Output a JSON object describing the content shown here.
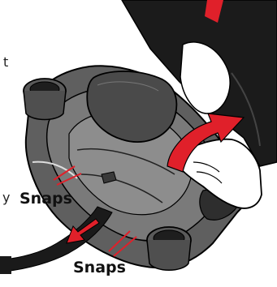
{
  "labels": {
    "snaps_left": "Snaps",
    "snaps_bottom": "Snaps",
    "edge_fragment_left": "y",
    "edge_fragment_top": "t"
  },
  "colors": {
    "shell_dark": "#5f5f5f",
    "shell_mid": "#7a7a7a",
    "shell_light": "#8d8d8d",
    "cushion": "#4a4a4a",
    "seat_back": "#1b1b1b",
    "strap": "#1a1a1a",
    "arrow_red": "#e0202a",
    "hand_fill": "#ffffff",
    "outline": "#000000"
  },
  "icons": {
    "direction_arrow_upper": "curved-arrow-icon",
    "direction_arrow_lower": "arrow-icon"
  }
}
